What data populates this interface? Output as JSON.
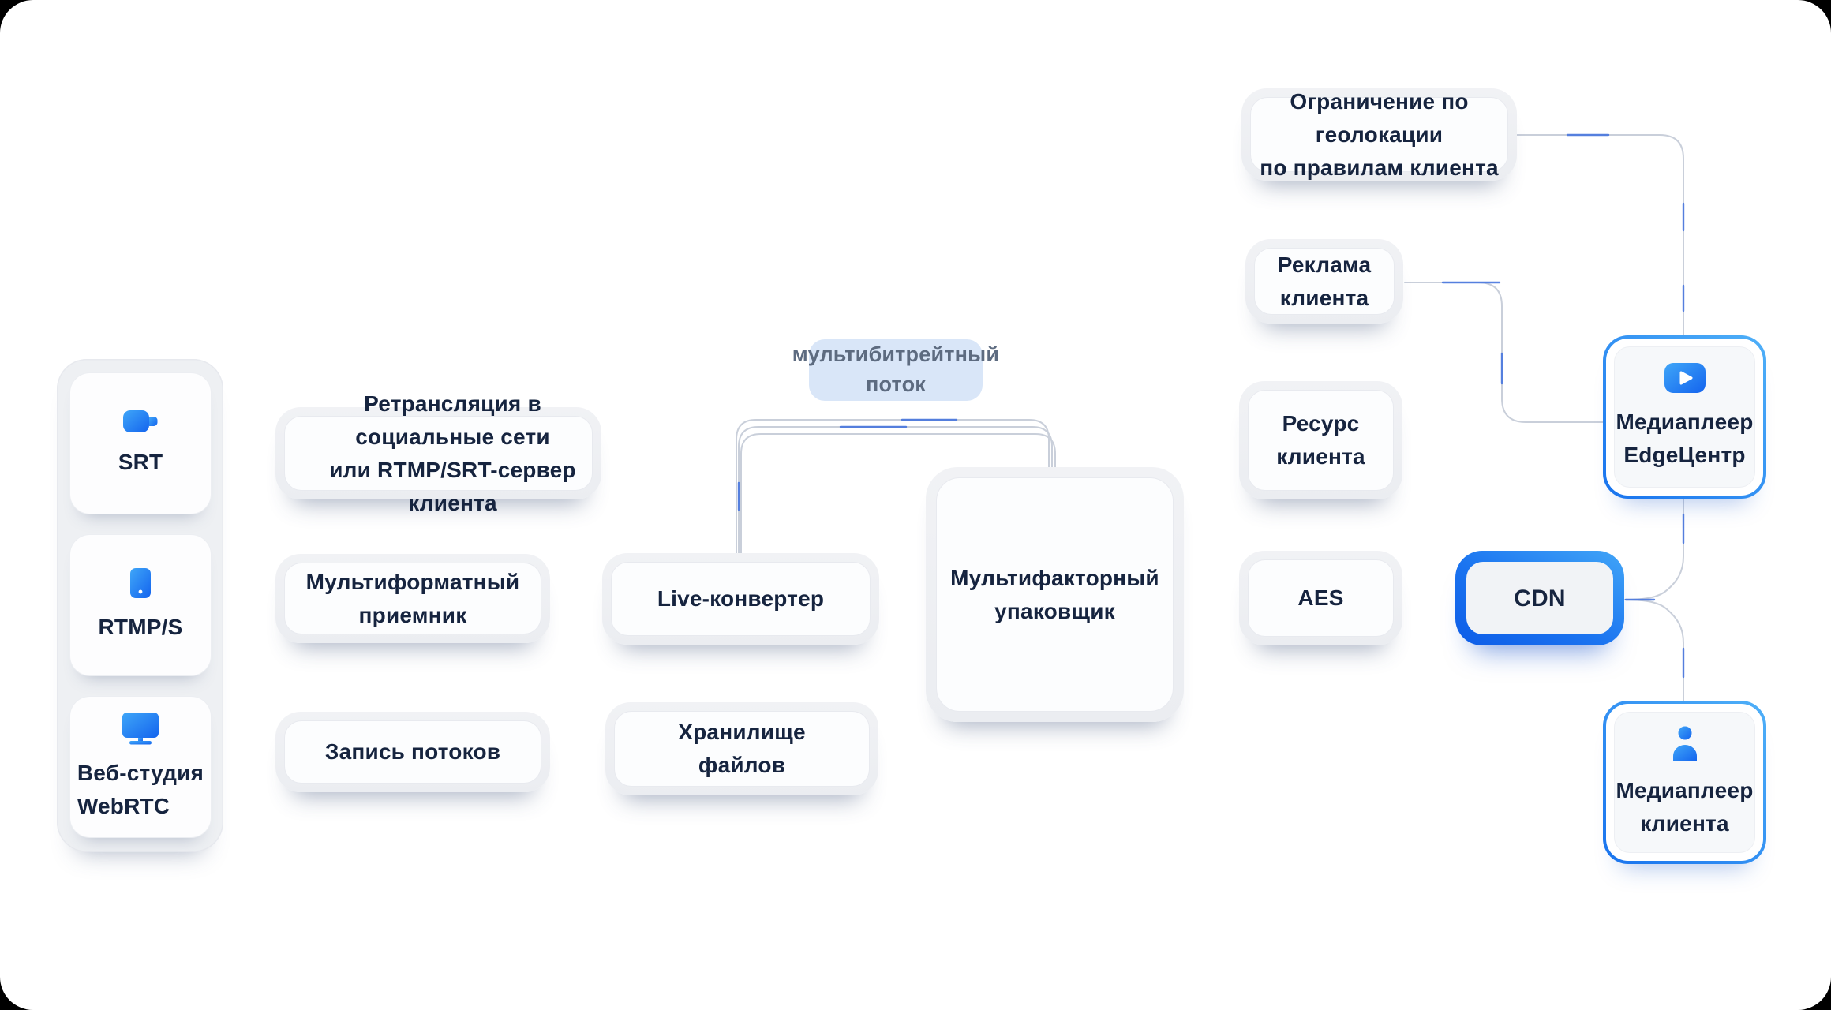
{
  "diagram": {
    "description": "Streaming platform architecture diagram",
    "palette": {
      "background": "#ffffff",
      "outside": "#000000",
      "node_fill": "#fcfdfe",
      "node_layer": "#eef0f3",
      "text": "#16243f",
      "badge_bg": "#d9e6f8",
      "badge_text": "#5d6b80",
      "line_gray": "#c9cfda",
      "line_blue": "#4b78de",
      "accent_blue": "#1b74f0",
      "icon_gradient_start": "#3fa6f8",
      "icon_gradient_end": "#1464ee"
    }
  },
  "nodes": {
    "srt": {
      "label": "SRT",
      "icon": "video-camera-icon"
    },
    "rtmps": {
      "label": "RTMP/S",
      "icon": "smartphone-icon"
    },
    "webrtc": {
      "label": "Веб-студия\nWebRTC",
      "icon": "monitor-icon"
    },
    "relay": {
      "label": "Ретрансляция в социальные сети\nили RTMP/SRT-сервер клиента"
    },
    "receiver": {
      "label": "Мультиформатный\nприемник"
    },
    "record": {
      "label": "Запись потоков"
    },
    "liveconv": {
      "label": "Live-конвертер"
    },
    "storage": {
      "label": "Хранилище\nфайлов"
    },
    "multibitrate_badge": {
      "label": "мультибитрейтный\nпоток"
    },
    "packer": {
      "label": "Мультифакторный\nупаковщик"
    },
    "geo": {
      "label": "Ограничение по геолокации\nпо правилам клиента"
    },
    "ads": {
      "label": "Реклама\nклиента"
    },
    "resource": {
      "label": "Ресурс клиента"
    },
    "aes": {
      "label": "AES"
    },
    "cdn": {
      "label": "CDN"
    },
    "player_edge": {
      "label": "Медиаплеер\nEdgeЦентр",
      "icon": "play-button-icon"
    },
    "player_client": {
      "label": "Медиаплеер\nклиента",
      "icon": "person-icon"
    }
  }
}
